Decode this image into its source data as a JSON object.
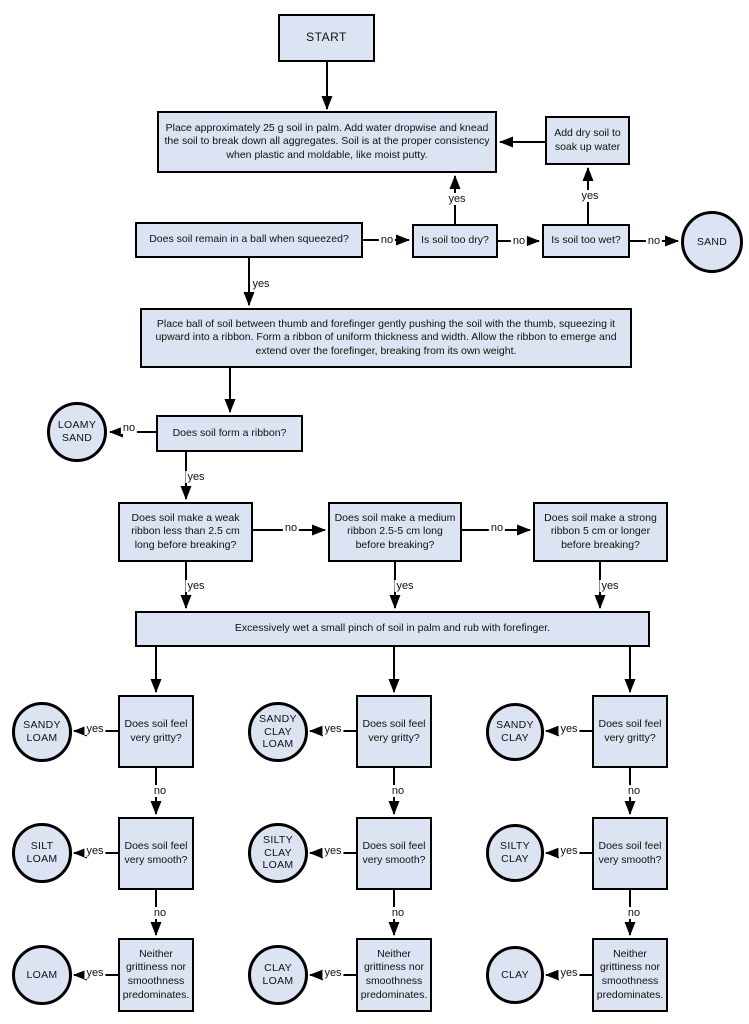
{
  "nodes": {
    "start": {
      "label": "START"
    },
    "knead": {
      "label": "Place approximately 25 g soil in palm. Add water dropwise and knead the soil to break down all aggregates. Soil is at the proper consistency when plastic and moldable, like moist putty."
    },
    "add_dry": {
      "label": "Add dry soil to soak up water"
    },
    "ball": {
      "label": "Does soil remain in a ball when squeezed?"
    },
    "too_dry": {
      "label": "Is soil too dry?"
    },
    "too_wet": {
      "label": "Is soil too wet?"
    },
    "ribbon_instr": {
      "label": "Place ball of soil between thumb and forefinger gently pushing the soil with the thumb, squeezing it upward into a ribbon. Form a ribbon of uniform thickness and width. Allow the ribbon to emerge and extend over the forefinger, breaking from its own weight."
    },
    "form_ribbon": {
      "label": "Does soil form a ribbon?"
    },
    "weak_ribbon": {
      "label": "Does soil make a weak ribbon less than 2.5 cm long before breaking?"
    },
    "medium_ribbon": {
      "label": "Does soil make a medium ribbon 2.5-5 cm long before breaking?"
    },
    "strong_ribbon": {
      "label": "Does soil make a strong ribbon 5 cm or longer before breaking?"
    },
    "wet_pinch": {
      "label": "Excessively wet a small pinch of soil in palm and rub with forefinger."
    },
    "gritty": {
      "label": "Does soil feel very gritty?"
    },
    "smooth": {
      "label": "Does soil feel very smooth?"
    },
    "neither": {
      "label": "Neither grittiness nor smoothness predominates."
    }
  },
  "terminals": {
    "sand": {
      "label": "SAND"
    },
    "loamy_sand": {
      "label": "LOAMY SAND"
    },
    "sandy_loam": {
      "label": "SANDY LOAM"
    },
    "sandy_clay_loam": {
      "label": "SANDY CLAY LOAM"
    },
    "sandy_clay": {
      "label": "SANDY CLAY"
    },
    "silt_loam": {
      "label": "SILT LOAM"
    },
    "silty_clay_loam": {
      "label": "SILTY CLAY LOAM"
    },
    "silty_clay": {
      "label": "SILTY CLAY"
    },
    "loam": {
      "label": "LOAM"
    },
    "clay_loam": {
      "label": "CLAY LOAM"
    },
    "clay": {
      "label": "CLAY"
    }
  },
  "edge_labels": {
    "yes": "yes",
    "no": "no"
  },
  "colors": {
    "node_fill": "#dce3f2",
    "node_border": "#000000",
    "line": "#000000",
    "background": "#ffffff"
  }
}
